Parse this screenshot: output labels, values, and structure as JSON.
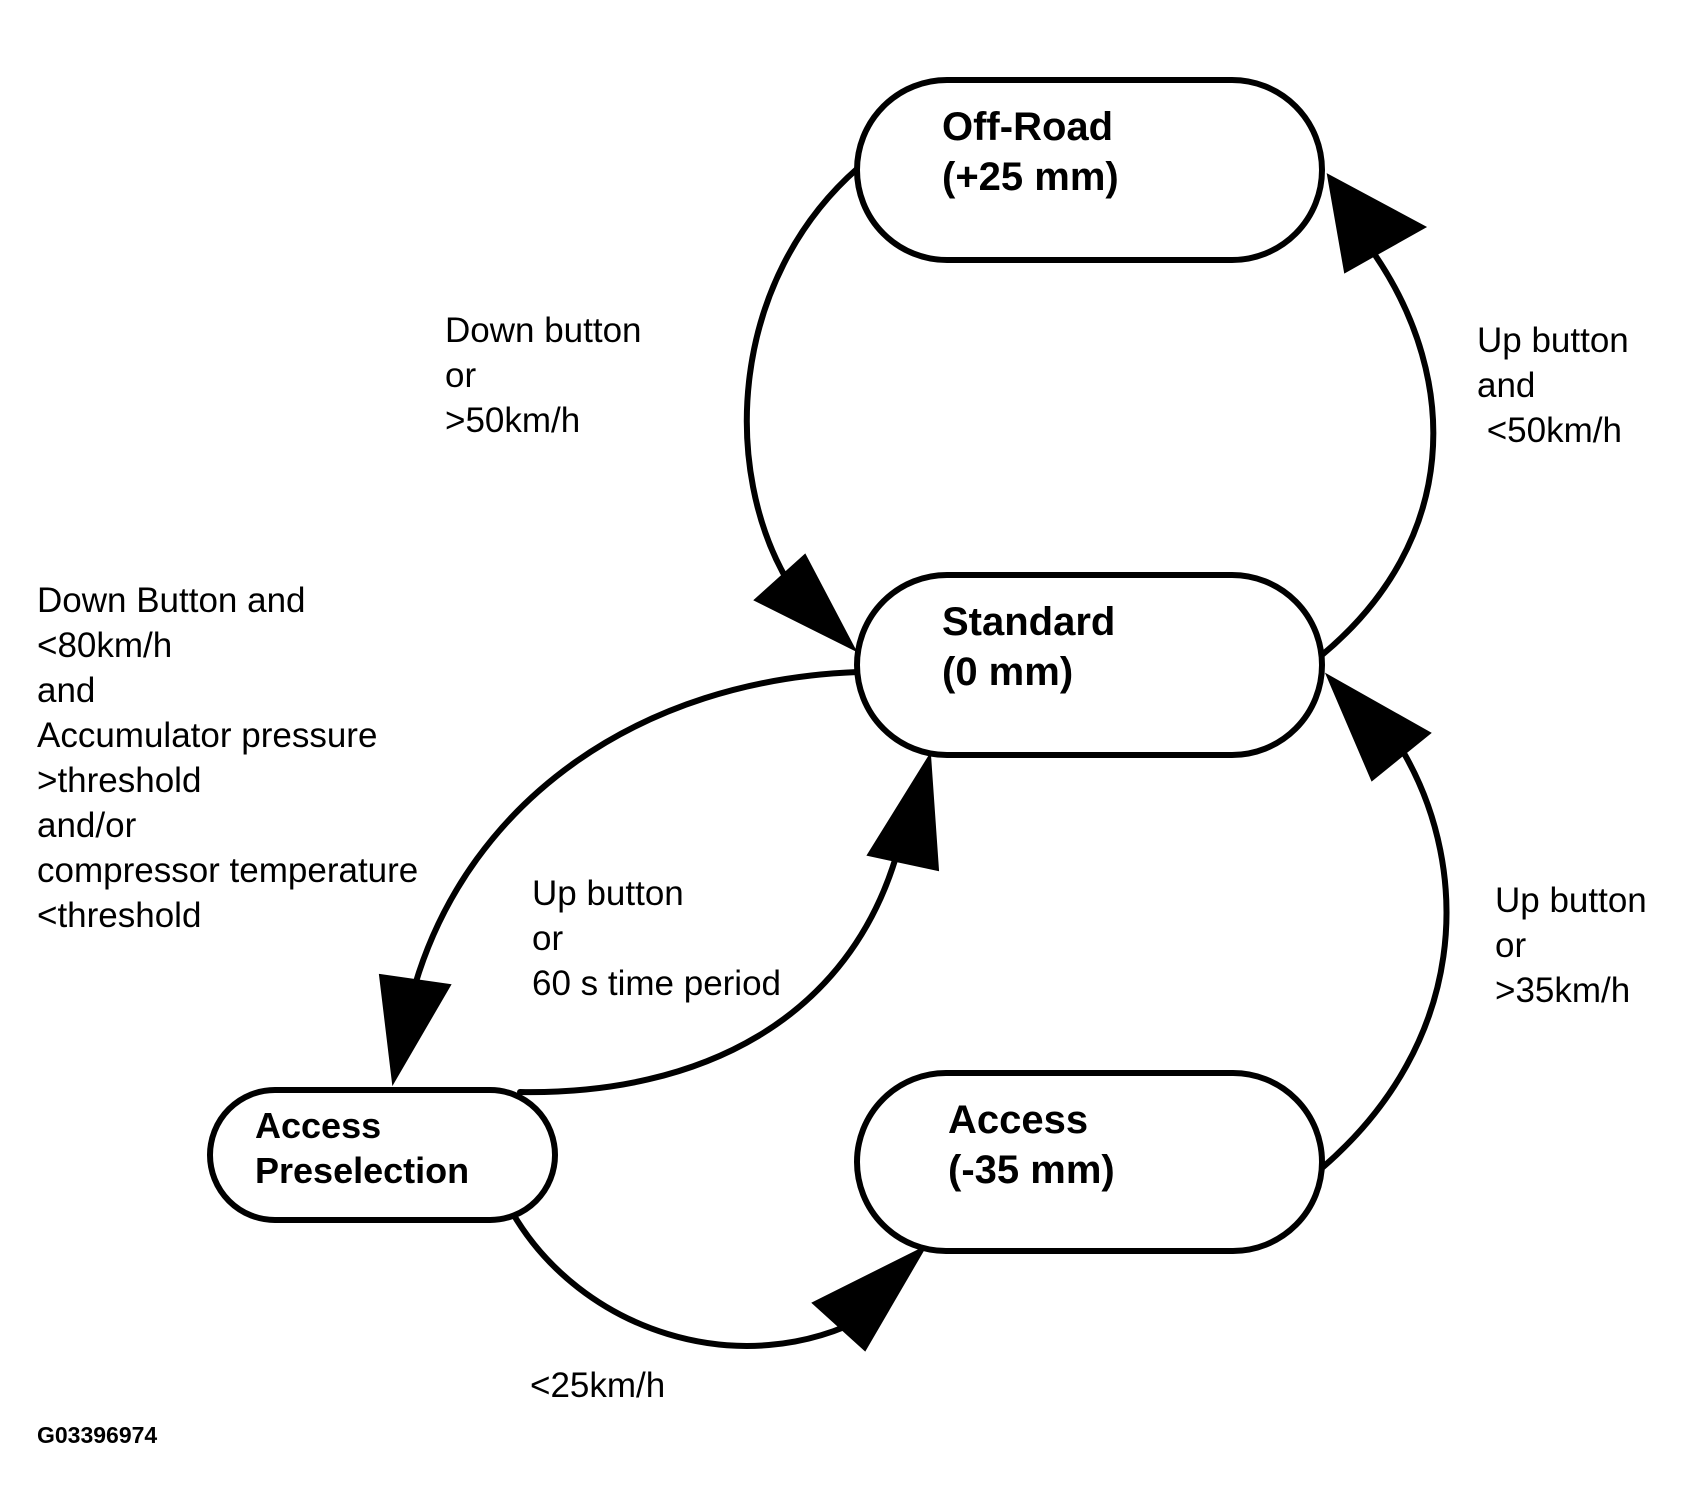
{
  "states": {
    "off_road": {
      "line1": "Off-Road",
      "line2": "(+25 mm)"
    },
    "standard": {
      "line1": "Standard",
      "line2": "(0 mm)"
    },
    "access_preselection": {
      "line1": "Access",
      "line2": "Preselection"
    },
    "access": {
      "line1": "Access",
      "line2": "(-35 mm)"
    }
  },
  "transitions": {
    "off_road_to_standard": [
      "Down button",
      "or",
      ">50km/h"
    ],
    "standard_to_off_road": [
      "Up button",
      "and",
      " <50km/h"
    ],
    "standard_to_access_preselection": [
      "Down Button and",
      "<80km/h",
      "and",
      "Accumulator pressure",
      ">threshold",
      "and/or",
      "compressor temperature",
      "<threshold"
    ],
    "access_preselection_to_standard": [
      "Up button",
      "or",
      "60 s time period"
    ],
    "access_to_standard": [
      "Up button",
      "or",
      ">35km/h"
    ],
    "access_preselection_to_access": [
      "<25km/h"
    ]
  },
  "figure_id": "G03396974"
}
